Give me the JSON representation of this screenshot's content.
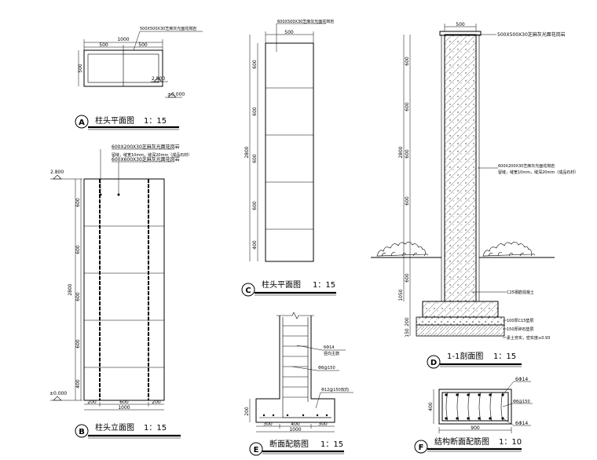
{
  "panels": {
    "A": {
      "letter": "A",
      "title": "柱头平面图",
      "scale": "1：15",
      "note": "500X500X30芝麻灰光面花岗岩",
      "dim_total": "1000",
      "dim_left": "500",
      "dim_right": "500",
      "dim_side": "500",
      "elev_top": "2.800",
      "elev_ground": "±0.000"
    },
    "B": {
      "letter": "B",
      "title": "柱头立面图",
      "scale": "1：15",
      "note1": "600X200X30芝麻灰光面花岗岩",
      "note2": "留缝，缝宽10mm，缝深20mm（成品石材）",
      "note3": "600X600X30芝麻灰光面花岗岩",
      "elev_top": "2.800",
      "elev_ground": "±0.000",
      "dim_total_height": "2800",
      "segments": [
        "600",
        "600",
        "600",
        "600",
        "400"
      ],
      "dim_bottom": [
        "200",
        "600",
        "200"
      ],
      "dim_bottom_total": "1000"
    },
    "C": {
      "letter": "C",
      "title": "柱头平面图",
      "scale": "1：15",
      "note": "600X500X30芝麻灰光面花岗岩",
      "dim_top": "500",
      "dim_total_height": "2800",
      "segments": [
        "600",
        "600",
        "600",
        "600",
        "400"
      ]
    },
    "D": {
      "letter": "D",
      "title": "1-1剖面图",
      "scale": "1：15",
      "dim_top": "500",
      "note_top": "500X500X30芝麻灰光面花岗岩",
      "note_mid1": "600X200X30芝麻灰光面花岗岩",
      "note_mid2": "留缝，缝宽10mm，缝深20mm（成品石材）",
      "note_c25": "C25钢筋混凝土",
      "note_c15": "100厚C15垫层",
      "note_gravel": "150厚碎石垫层",
      "note_soil": "素土夯实，密实度≥0.93",
      "dim_total_height": "2800",
      "segments": [
        "600",
        "600",
        "600",
        "600",
        "600"
      ],
      "dim_lower": [
        "1050",
        "200",
        "150"
      ]
    },
    "E": {
      "letter": "E",
      "title": "断面配筋图",
      "scale": "1：15",
      "label_bar1": "6Φ14",
      "label_bar1b": "竖向主筋",
      "label_stirrup": "Φ8@150",
      "label_base": "Φ12@150双向",
      "dim_bottom": [
        "300",
        "400",
        "300"
      ],
      "dim_bottom_total": "1000",
      "dim_side": "200"
    },
    "F": {
      "letter": "F",
      "title": "结构断面配筋图",
      "scale": "1：10",
      "label_top": "6Φ14",
      "label_mid": "Φ8@150",
      "label_bottom": "6Φ14",
      "dim_bottom": "900",
      "dim_side": "400"
    }
  }
}
